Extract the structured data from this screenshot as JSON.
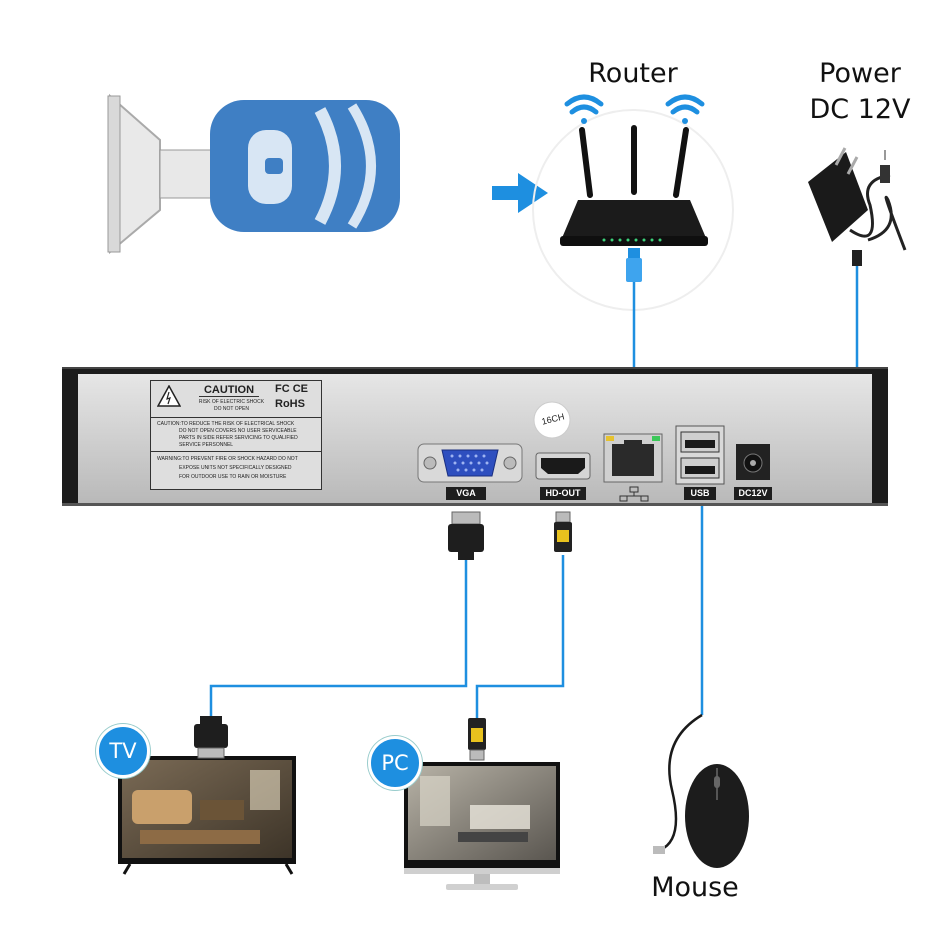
{
  "labels": {
    "router": "Router",
    "power_line1": "Power",
    "power_line2": "DC 12V",
    "mouse": "Mouse",
    "tv": "TV",
    "pc": "PC"
  },
  "nvr": {
    "model_tag": "16CH",
    "ports": {
      "vga": "VGA",
      "hdmi": "HD-OUT",
      "usb": "USB",
      "power": "DC12V"
    },
    "caution": {
      "title": "CAUTION",
      "subtitle_line1": "RISK OF ELECTRIC SHOCK",
      "subtitle_line2": "DO NOT OPEN",
      "cert_fc": "FC CE",
      "cert_rohs": "RoHS",
      "line1": "CAUTION:TO REDUCE THE RISK OF ELECTRICAL SHOCK",
      "line2": "DO NOT OPEN COVERS NO USER SERVICEABLE",
      "line3": "PARTS IN SIDE REFER SERVICING TO QUALIFIED",
      "line4": "SERVICE PERSONNEL",
      "line5": "WARNING:TO PREVENT FIRE OR SHOCK HAZARD DO NOT",
      "line6": "EXPOSE UNITS NOT SPECIFICALLY DESIGNED",
      "line7": "FOR OUTDOOR USE TO RAIN OR MOISTURE"
    }
  },
  "colors": {
    "cable": "#1e8fe0",
    "badge": "#1e8fe0",
    "camera": "#3f7fc4",
    "nvr_panel": "#c8c8c8"
  },
  "icons": [
    "camera-icon",
    "arrow-right-icon",
    "wifi-icon",
    "router-icon",
    "power-adapter-icon",
    "tv-icon",
    "monitor-icon",
    "mouse-icon"
  ]
}
